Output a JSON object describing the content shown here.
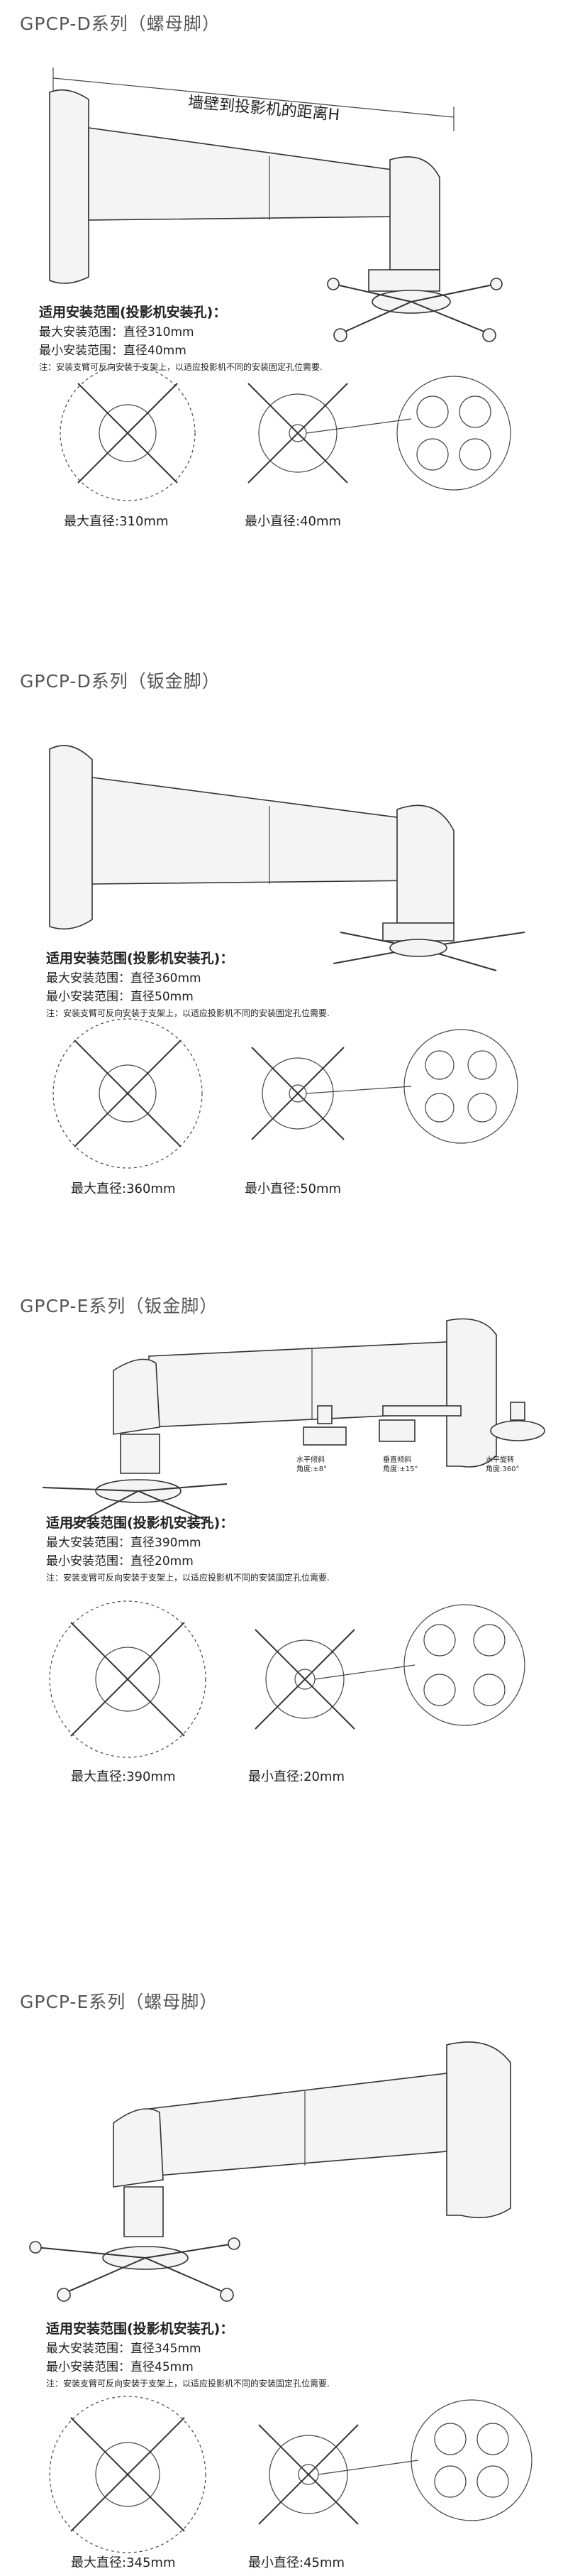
{
  "sections": [
    {
      "title": "GPCP-D系列（螺母脚）",
      "banner": "墙壁到投影机的距离H",
      "spec_head": "适用安装范围(投影机安装孔)：",
      "spec_max": "最大安装范围：直径310mm",
      "spec_min": "最小安装范围：直径40mm",
      "note": "注：安装支臂可反向安装于支架上，以适应投影机不同的安装固定孔位需要.",
      "cap_max": "最大直径:310mm",
      "cap_min": "最小直径:40mm"
    },
    {
      "title": "GPCP-D系列（钣金脚）",
      "spec_head": "适用安装范围(投影机安装孔)：",
      "spec_max": "最大安装范围：直径360mm",
      "spec_min": "最小安装范围：直径50mm",
      "note": "注：安装支臂可反向安装于支架上，以适应投影机不同的安装固定孔位需要.",
      "cap_max": "最大直径:360mm",
      "cap_min": "最小直径:50mm"
    },
    {
      "title": "GPCP-E系列（钣金脚）",
      "spec_head": "适用安装范围(投影机安装孔)：",
      "spec_max": "最大安装范围：直径390mm",
      "spec_min": "最小安装范围：直径20mm",
      "note": "注：安装支臂可反向安装于支架上，以适应投影机不同的安装固定孔位需要.",
      "cap_max": "最大直径:390mm",
      "cap_min": "最小直径:20mm",
      "angles": [
        {
          "label": "水平倾斜",
          "value": "角度:±8°"
        },
        {
          "label": "垂直倾斜",
          "value": "角度:±15°"
        },
        {
          "label": "水平旋转",
          "value": "角度:360°"
        }
      ]
    },
    {
      "title": "GPCP-E系列（螺母脚）",
      "spec_head": "适用安装范围(投影机安装孔)：",
      "spec_max": "最大安装范围：直径345mm",
      "spec_min": "最小安装范围：直径45mm",
      "note": "注：安装支臂可反向安装于支架上，以适应投影机不同的安装固定孔位需要.",
      "cap_max": "最大直径:345mm",
      "cap_min": "最小直径:45mm"
    }
  ]
}
